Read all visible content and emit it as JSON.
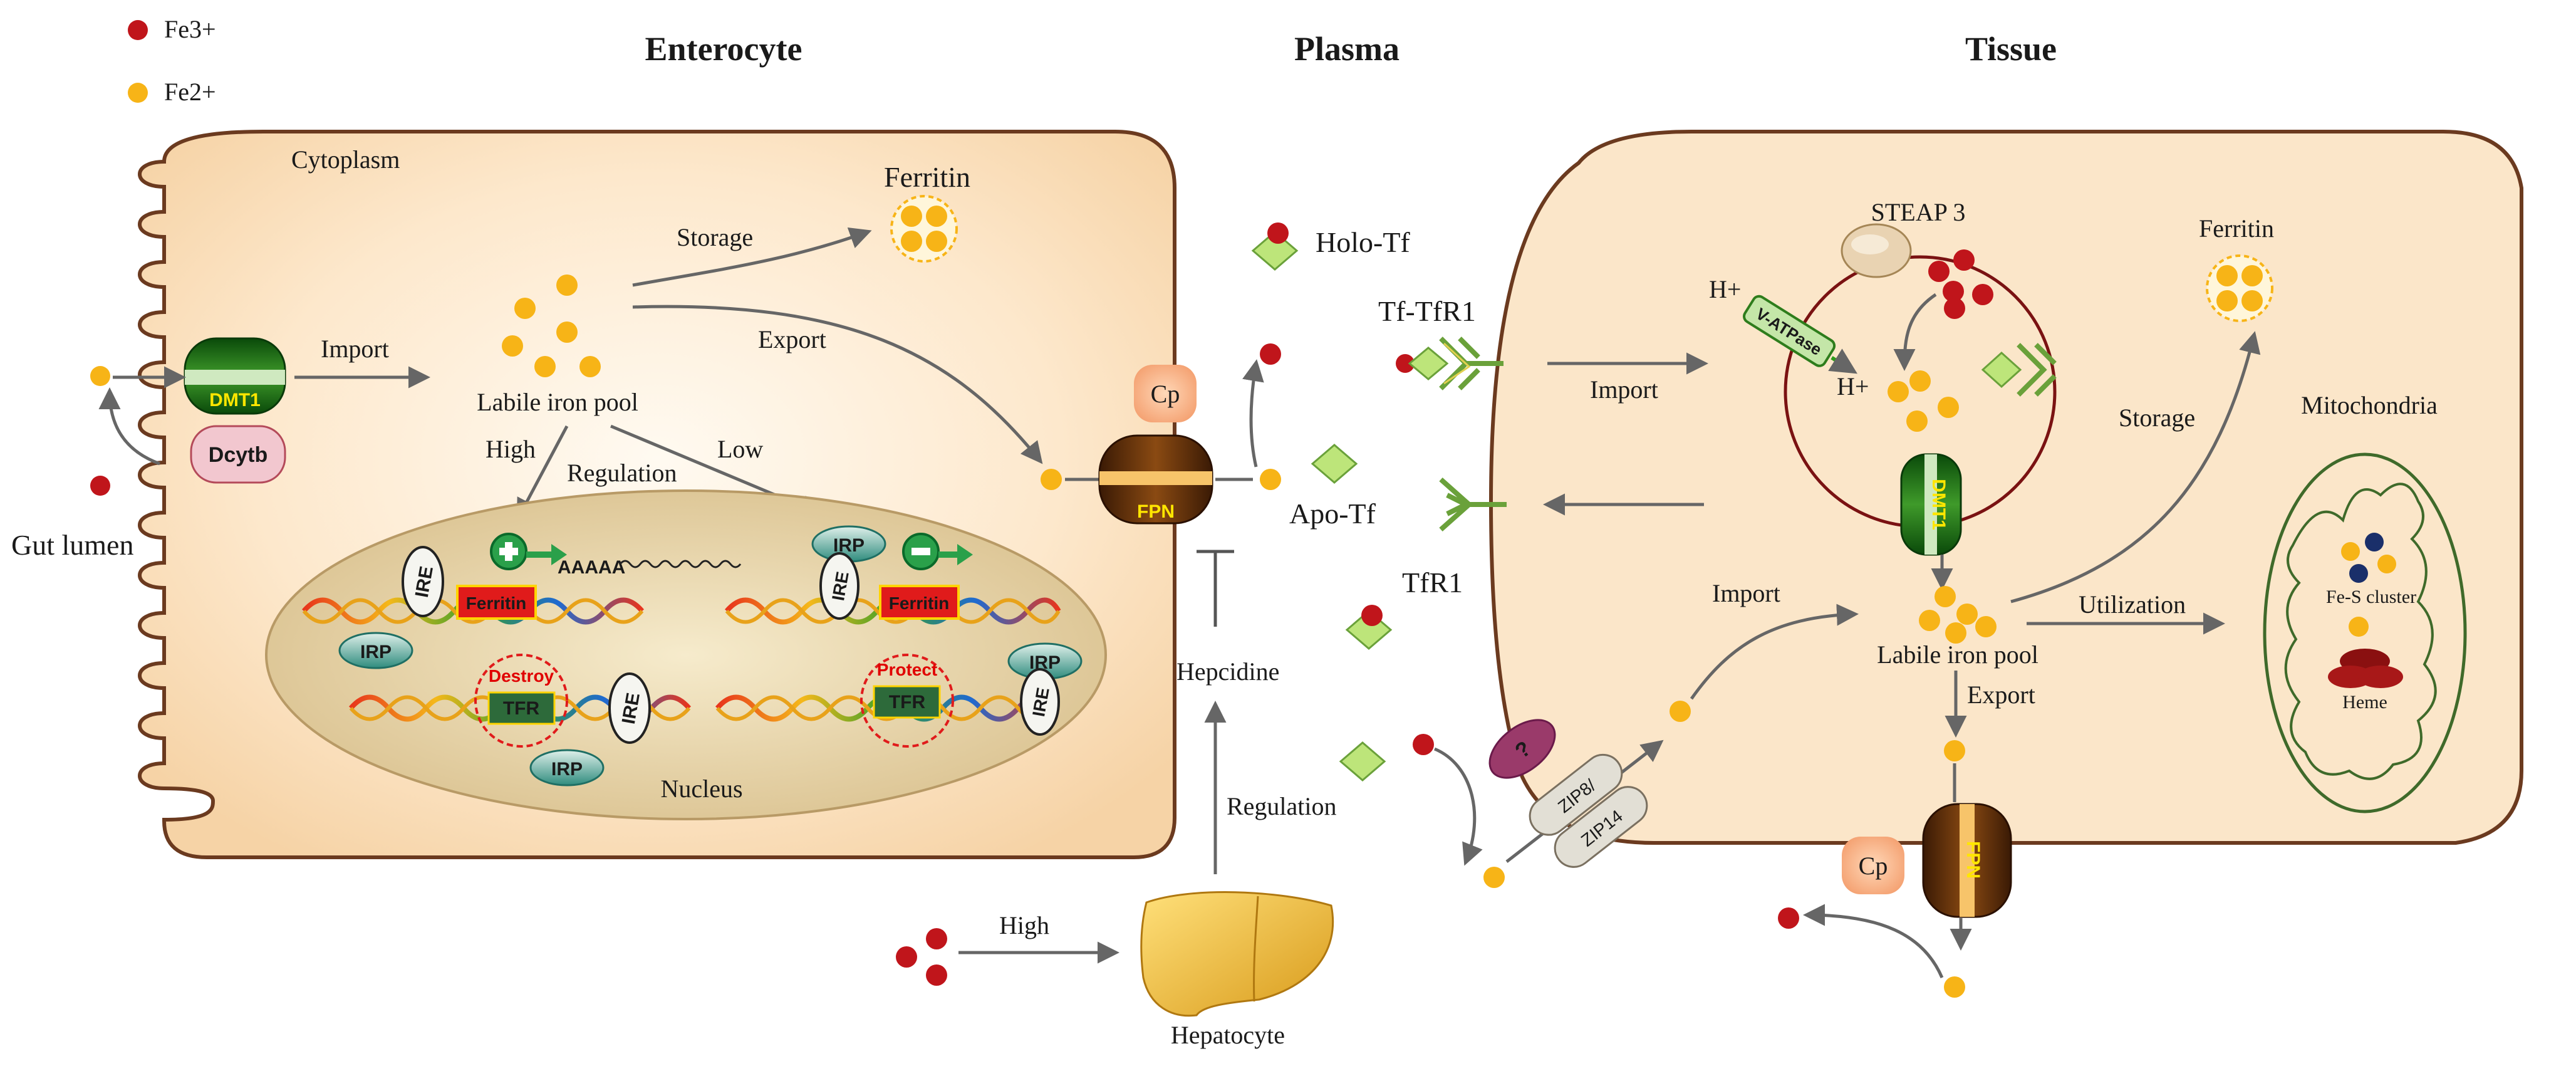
{
  "legend": {
    "fe3": "Fe3+",
    "fe2": "Fe2+"
  },
  "sections": {
    "enterocyte": "Enterocyte",
    "plasma": "Plasma",
    "tissue": "Tissue"
  },
  "enterocyte": {
    "cytoplasm": "Cytoplasm",
    "gut_lumen": "Gut lumen",
    "dmt1": "DMT1",
    "dcytb": "Dcytb",
    "import": "Import",
    "storage": "Storage",
    "ferritin": "Ferritin",
    "export": "Export",
    "labile_pool": "Labile iron pool",
    "high": "High",
    "low": "Low",
    "regulation": "Regulation",
    "nucleus": "Nucleus",
    "ire": "IRE",
    "irp": "IRP",
    "ferritin_gene": "Ferritin",
    "tfr_gene": "TFR",
    "destroy": "Destroy",
    "protect": "Protect",
    "polya": "AAAAA"
  },
  "plasma": {
    "cp": "Cp",
    "fpn": "FPN",
    "holo_tf": "Holo-Tf",
    "apo_tf": "Apo-Tf",
    "hepcidine": "Hepcidine",
    "regulation": "Regulation",
    "high": "High",
    "hepatocyte": "Hepatocyte"
  },
  "tissue": {
    "tf_tfr1": "Tf-TfR1",
    "tfr1": "TfR1",
    "import1": "Import",
    "import2": "Import",
    "steap3": "STEAP 3",
    "h_plus": "H+",
    "v_atpase": "V-ATPase",
    "dmt1": "DMT1",
    "ferritin": "Ferritin",
    "storage": "Storage",
    "mitochondria": "Mitochondria",
    "utilization": "Utilization",
    "labile_pool": "Labile iron pool",
    "export": "Export",
    "fes": "Fe-S cluster",
    "heme": "Heme",
    "zip8": "ZIP8/",
    "zip14": "ZIP14",
    "question": "?",
    "cp": "Cp",
    "fpn": "FPN"
  },
  "colors": {
    "fe3": "#c0151b",
    "fe2": "#f7b417",
    "cell": "#fbe6c9",
    "outline": "#6b3a1f",
    "arrow": "#666666"
  }
}
